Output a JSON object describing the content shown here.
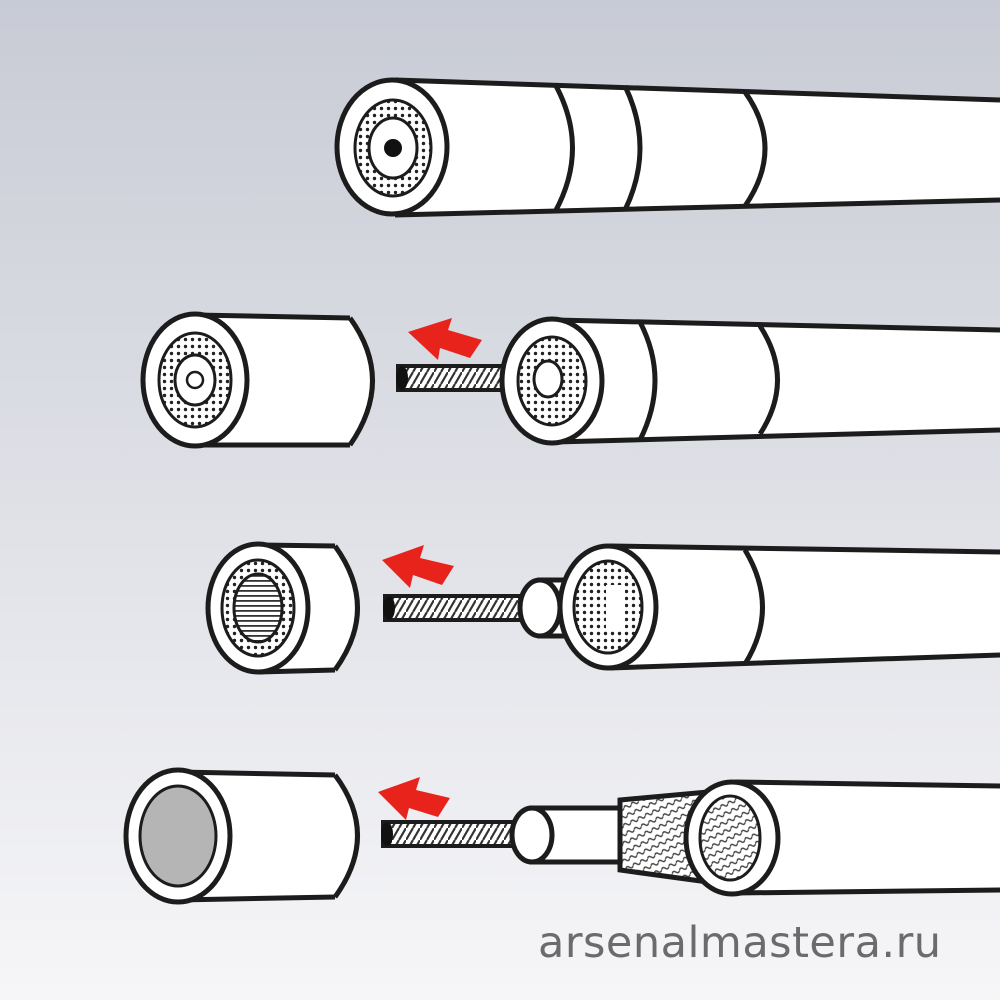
{
  "watermark": {
    "text": "arsenalmastera.ru"
  },
  "colors": {
    "background_top": "#c8cbd5",
    "background_bottom": "#f6f6f8",
    "outline": "#1c1c1c",
    "cable_fill": "#ffffff",
    "arrow": "#e8231c",
    "cut_core": "#b5b5b5"
  },
  "diagram": {
    "steps": [
      {
        "name": "uncut-cable"
      },
      {
        "name": "strip-outer-jacket"
      },
      {
        "name": "strip-second-layer"
      },
      {
        "name": "strip-inner-insulation"
      }
    ],
    "icons": [
      "pull-arrow-icon",
      "pull-arrow-icon",
      "pull-arrow-icon"
    ]
  }
}
